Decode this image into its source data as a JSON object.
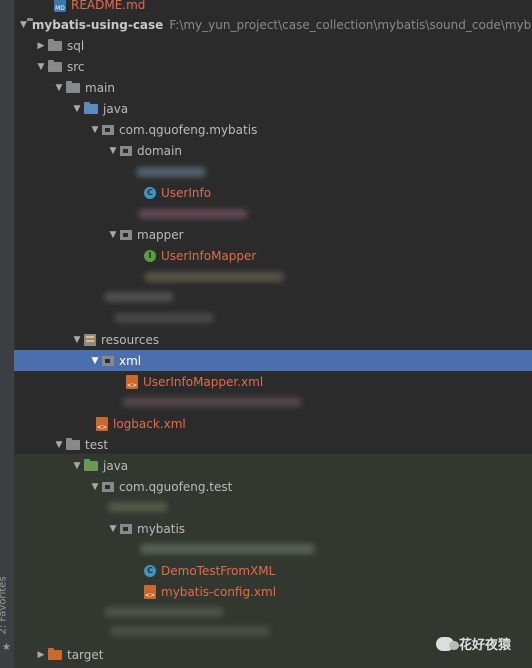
{
  "sidebar": {
    "favorites_label": "2: Favorites",
    "star_glyph": "★"
  },
  "tree": {
    "readme": "README.md",
    "project": {
      "name": "mybatis-using-case",
      "path": "F:\\my_yun_project\\case_collection\\mybatis\\sound_code\\myba"
    },
    "sql": "sql",
    "src": "src",
    "main": "main",
    "java": "java",
    "package_main": "com.qguofeng.mybatis",
    "domain": "domain",
    "user_info": "UserInfo",
    "mapper": "mapper",
    "user_info_mapper": "UserInfoMapper",
    "resources": "resources",
    "xml": "xml",
    "user_info_mapper_xml": "UserInfoMapper.xml",
    "logback": "logback.xml",
    "test": "test",
    "test_java": "java",
    "package_test": "com.qguofeng.test",
    "mybatis": "mybatis",
    "demo_test": "DemoTestFromXML",
    "mybatis_config": "mybatis-config.xml",
    "target": "target"
  },
  "watermark": {
    "text": "花好夜猿"
  },
  "colors": {
    "selection": "#4b6eaf",
    "modified_file": "#e06c4c",
    "background": "#2b2b2b"
  }
}
